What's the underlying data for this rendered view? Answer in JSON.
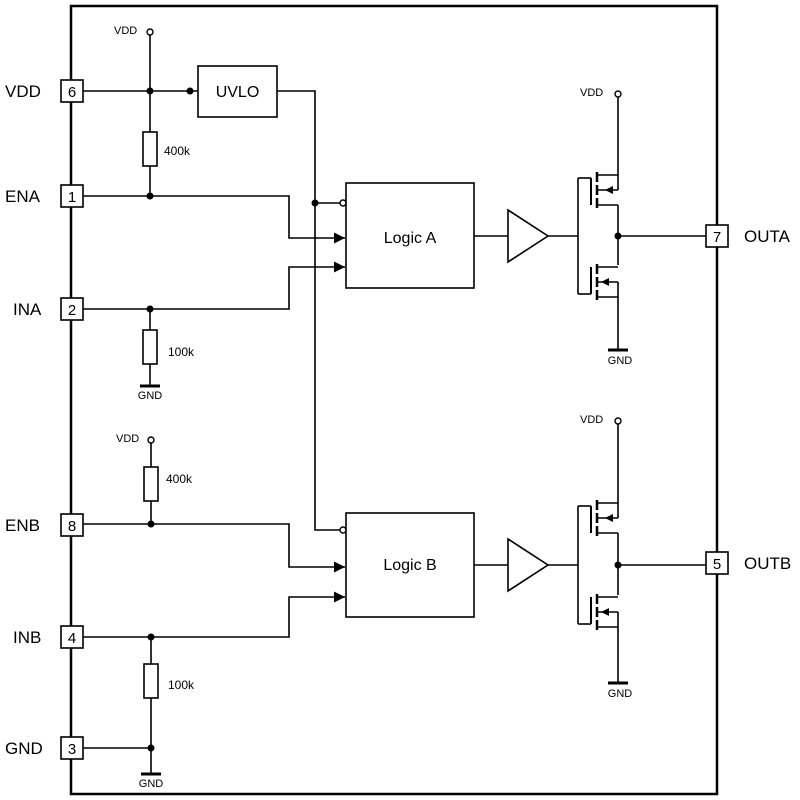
{
  "pins": {
    "vdd": {
      "name": "VDD",
      "num": "6"
    },
    "ena": {
      "name": "ENA",
      "num": "1"
    },
    "ina": {
      "name": "INA",
      "num": "2"
    },
    "enb": {
      "name": "ENB",
      "num": "8"
    },
    "inb": {
      "name": "INB",
      "num": "4"
    },
    "gnd": {
      "name": "GND",
      "num": "3"
    },
    "outa": {
      "name": "OUTA",
      "num": "7"
    },
    "outb": {
      "name": "OUTB",
      "num": "5"
    }
  },
  "blocks": {
    "uvlo": "UVLO",
    "logic_a": "Logic A",
    "logic_b": "Logic B"
  },
  "resistors": {
    "ena_pullup": "400k",
    "ina_pulldown": "100k",
    "enb_pullup": "400k",
    "inb_pulldown": "100k"
  },
  "rails": {
    "vdd": "VDD",
    "gnd": "GND"
  }
}
